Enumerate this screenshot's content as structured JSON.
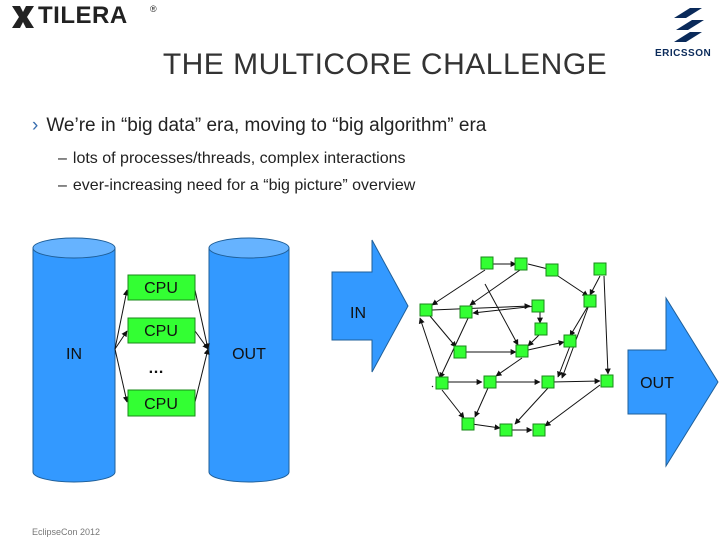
{
  "header": {
    "title": "THE MULTICORE CHALLENGE",
    "tilera_logo_text": "TILERA",
    "tilera_reg_mark": "®",
    "ericsson_logo_text": "ERICSSON"
  },
  "content": {
    "bullet_marker": "›",
    "bullet_1": "We’re in “big data” era, moving to “big algorithm” era",
    "sub_dash": "–",
    "sub_bullets": [
      "lots of processes/threads, complex interactions",
      "ever-increasing need for a “big picture” overview"
    ]
  },
  "diagram_left": {
    "in_label": "IN",
    "out_label": "OUT",
    "cpu_labels": [
      "CPU",
      "CPU",
      "CPU"
    ],
    "ellipsis": "…"
  },
  "diagram_right": {
    "in_label": "IN",
    "out_label": "OUT"
  },
  "footer": {
    "text": "EclipseCon 2012"
  },
  "colors": {
    "cylinder_fill": "#3399ff",
    "arrow_fill": "#3399ff",
    "cpu_fill": "#33ff33",
    "node_fill": "#33ff33",
    "bullet_marker": "#3a6fb0"
  }
}
